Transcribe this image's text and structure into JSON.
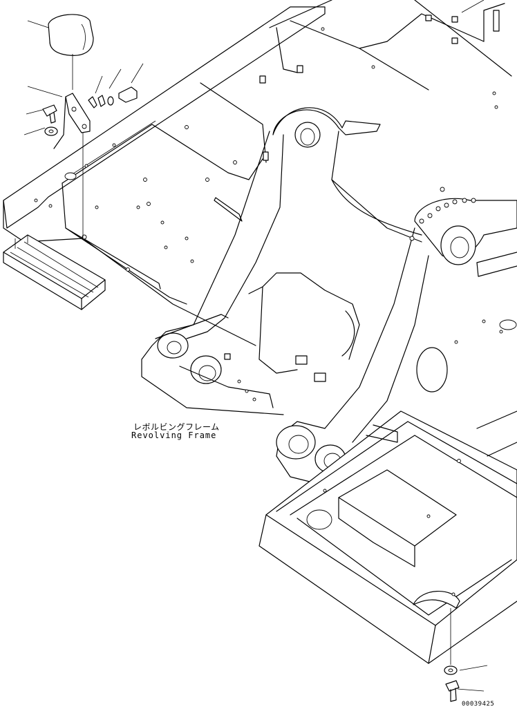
{
  "diagram": {
    "label_jp": "レボルビングフレーム",
    "label_en": "Revolving Frame",
    "figure_code": "00039425"
  },
  "colors": {
    "line": "#000000",
    "background": "#ffffff"
  }
}
